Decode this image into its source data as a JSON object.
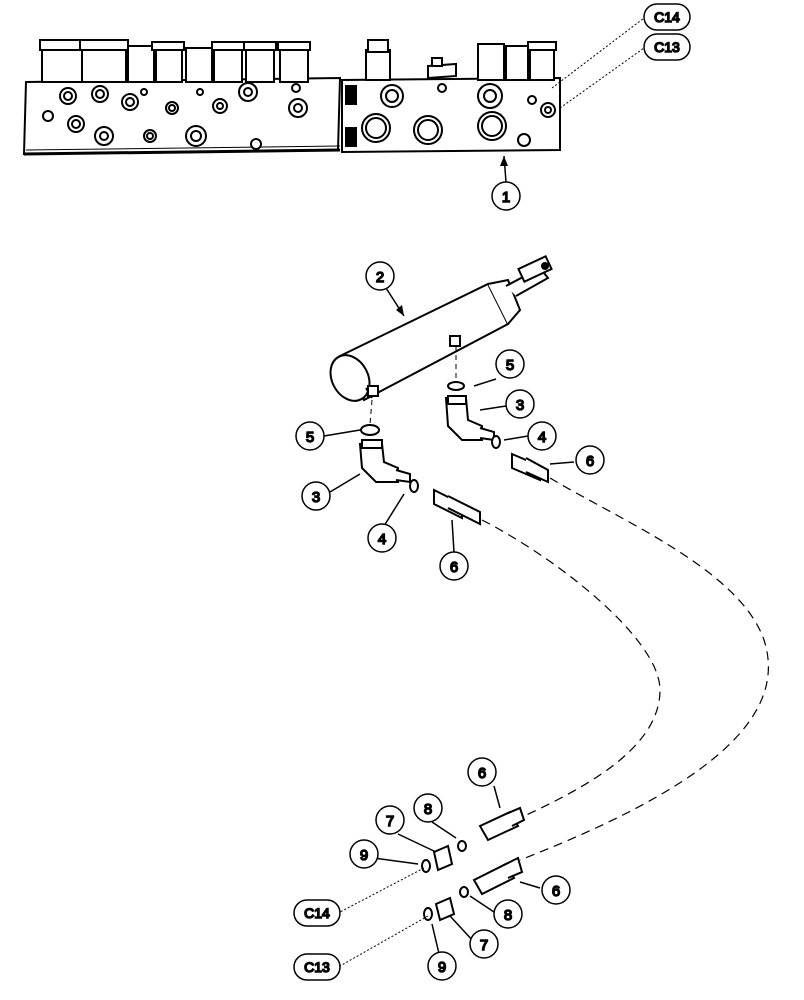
{
  "diagram": {
    "callouts": [
      {
        "id": "valve-block",
        "label": "1"
      },
      {
        "id": "cylinder",
        "label": "2"
      },
      {
        "id": "elbow-upper",
        "label": "3"
      },
      {
        "id": "elbow-lower",
        "label": "3"
      },
      {
        "id": "oring-upper",
        "label": "4"
      },
      {
        "id": "oring-lower",
        "label": "4"
      },
      {
        "id": "seal-upper",
        "label": "5"
      },
      {
        "id": "seal-lower",
        "label": "5"
      },
      {
        "id": "hose-end-upper",
        "label": "6"
      },
      {
        "id": "hose-end-lower",
        "label": "6"
      },
      {
        "id": "hose-end-bottom-a",
        "label": "6"
      },
      {
        "id": "hose-end-bottom-b",
        "label": "6"
      },
      {
        "id": "adapter-a",
        "label": "7"
      },
      {
        "id": "adapter-b",
        "label": "7"
      },
      {
        "id": "oring-bottom-a",
        "label": "8"
      },
      {
        "id": "oring-bottom-b",
        "label": "8"
      },
      {
        "id": "oring-small-a",
        "label": "9"
      },
      {
        "id": "oring-small-b",
        "label": "9"
      }
    ],
    "port_tags": [
      {
        "id": "c14-top",
        "label": "C14"
      },
      {
        "id": "c13-top",
        "label": "C13"
      },
      {
        "id": "c14-bottom",
        "label": "C14"
      },
      {
        "id": "c13-bottom",
        "label": "C13"
      }
    ]
  }
}
